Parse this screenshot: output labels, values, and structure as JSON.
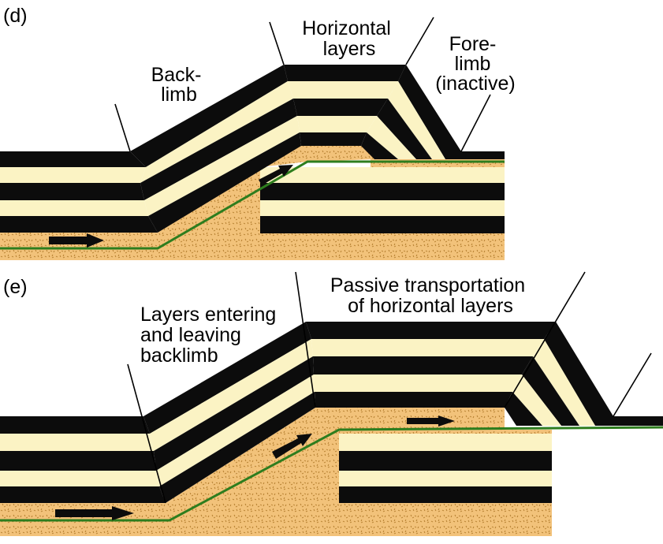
{
  "panel_d": {
    "tag": "(d)",
    "labels": {
      "backlimb": [
        "Back-",
        "limb"
      ],
      "horizontal": [
        "Horizontal",
        "layers"
      ],
      "forelimb": [
        "Fore-",
        "limb",
        "(inactive)"
      ]
    }
  },
  "panel_e": {
    "tag": "(e)",
    "labels": {
      "entering": [
        "Layers entering",
        "and leaving",
        "backlimb"
      ],
      "passive": [
        "Passive transportation",
        "of horizontal layers"
      ]
    }
  },
  "colors": {
    "dark_layer": "#0c0c0c",
    "light_layer": "#fbf3c4",
    "basal_layer": "#f2c27a",
    "fault": "#2e7d1e"
  }
}
